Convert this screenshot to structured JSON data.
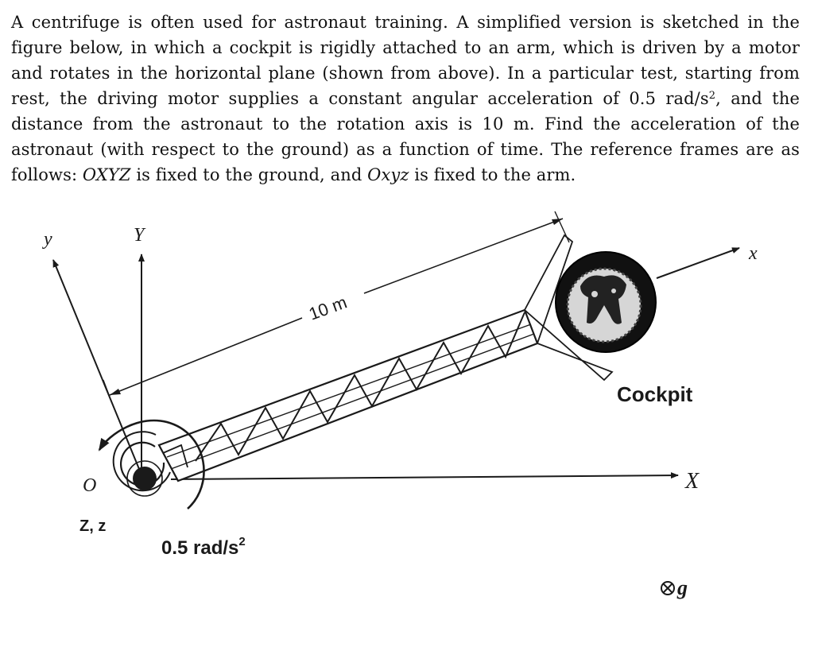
{
  "problem": {
    "part1": "A centrifuge is often used for astronaut training. A simplified version is sketched in the figure below, in which a cockpit is rigidly attached to an arm, which is driven by a motor and rotates in the horizontal plane (shown from above). In a particular test, starting from rest, the driving motor supplies a constant angular acceleration of 0.5 rad/s",
    "sup1": "2",
    "part2": ", and the distance from the astronaut to the rotation axis is 10 m. Find the acceleration of the astronaut (with respect to the ground) as a function of time. The reference frames are as follows: ",
    "frame_fixed": "OXYZ",
    "part3": " is fixed to the ground, and ",
    "frame_arm": "Oxyz",
    "part4": " is fixed to the arm."
  },
  "figure": {
    "label_y": "y",
    "label_Y": "Y",
    "label_x": "x",
    "label_X": "X",
    "label_O": "O",
    "label_Zz": "Z, z",
    "label_distance": "10 m",
    "label_cockpit": "Cockpit",
    "label_accel": "0.5 rad/s",
    "label_accel_sup": "2",
    "label_gravity": "g"
  }
}
